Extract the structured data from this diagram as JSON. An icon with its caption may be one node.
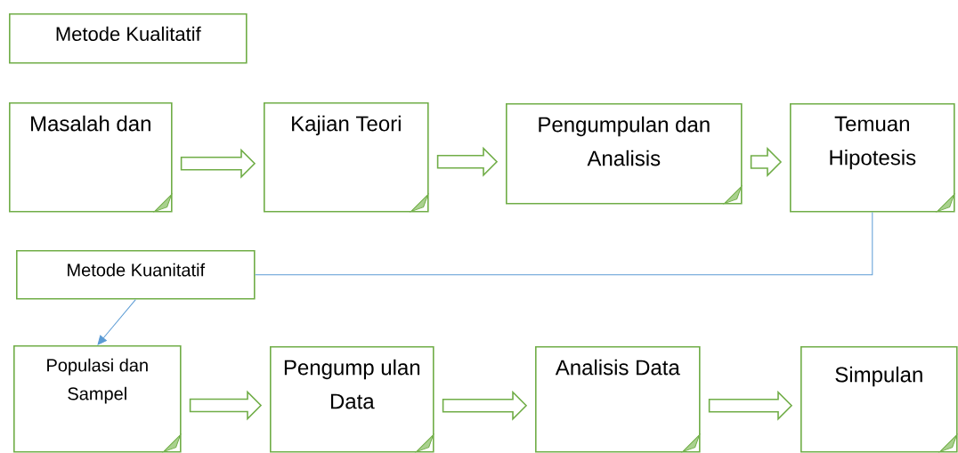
{
  "diagram": {
    "nodes": [
      {
        "text": [
          "Metode Kualitatif"
        ]
      },
      {
        "text": [
          "Masalah dan"
        ]
      },
      {
        "text": [
          "Kajian Teori"
        ]
      },
      {
        "text": [
          "Pengumpulan dan Analisis"
        ]
      },
      {
        "text": [
          "Temuan Hipotesis"
        ]
      },
      {
        "text": [
          "Metode Kuanitatif"
        ]
      },
      {
        "text": [
          "Populasi dan Sampel"
        ]
      },
      {
        "text": [
          "Pengump ulan Data"
        ]
      },
      {
        "text": [
          "Analisis Data"
        ]
      },
      {
        "text": [
          "Simpulan"
        ]
      }
    ],
    "edges": [
      {
        "from": 1,
        "to": 2,
        "arrow": "to"
      },
      {
        "from": 2,
        "to": 3,
        "arrow": "to"
      },
      {
        "from": 3,
        "to": 4,
        "arrow": "to"
      },
      {
        "from": 4,
        "to": 5,
        "arrow": "none",
        "color": "#5b9bd5"
      },
      {
        "from": 5,
        "to": 6,
        "arrow": "to",
        "color": "#5b9bd5"
      },
      {
        "from": 6,
        "to": 7,
        "arrow": "to"
      },
      {
        "from": 7,
        "to": 8,
        "arrow": "to"
      },
      {
        "from": 8,
        "to": 9,
        "arrow": "to"
      }
    ]
  }
}
